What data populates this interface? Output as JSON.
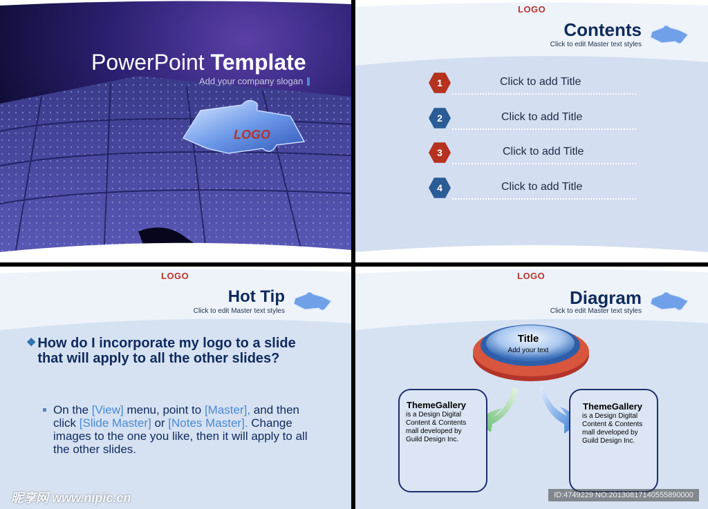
{
  "slide1": {
    "title_regular": "PowerPoint",
    "title_bold": "Template",
    "slogan": "Add your company slogan",
    "logo": "LOGO"
  },
  "slide2": {
    "logo": "LOGO",
    "title": "Contents",
    "subtitle": "Click to edit Master text styles",
    "items": [
      {
        "number": "1",
        "label": "Click to add Title",
        "color": "#b5321f"
      },
      {
        "number": "2",
        "label": "Click to add Title",
        "color": "#2a5c96"
      },
      {
        "number": "3",
        "label": "Click to add Title",
        "color": "#b5321f"
      },
      {
        "number": "4",
        "label": "Click to add Title",
        "color": "#2a5c96"
      }
    ]
  },
  "slide3": {
    "logo": "LOGO",
    "title": "Hot Tip",
    "subtitle": "Click to edit Master text styles",
    "question": "How do I incorporate my logo to a slide that will apply to all the other slides?",
    "bullet": {
      "p1": "On the ",
      "h1": "[View]",
      "p2": " menu, point to ",
      "h2": "[Master],",
      "p3": " and then click ",
      "h3": "[Slide Master]",
      "p4": " or ",
      "h4": "[Notes Master].",
      "p5": " Change images to the one you like, then it will apply to all the other slides."
    }
  },
  "slide4": {
    "logo": "LOGO",
    "title": "Diagram",
    "subtitle": "Click to edit Master text styles",
    "center_title": "Title",
    "center_text": "Add your text",
    "box_left": {
      "title": "ThemeGallery",
      "body": "is a Design Digital Content & Contents mall developed by Guild Design Inc."
    },
    "box_right": {
      "title": "ThemeGallery",
      "body": "is a Design Digital Content & Contents mall developed by Guild Design Inc."
    }
  },
  "watermark": {
    "site": "昵享网 www.nipic.cn",
    "id": "ID:4749229 NO:20130817140555890000"
  },
  "colors": {
    "accent_red": "#b3342a",
    "navy": "#0e2a5c",
    "highlight_blue": "#4a8ad0",
    "slide_bg": "#d6e2f2"
  }
}
